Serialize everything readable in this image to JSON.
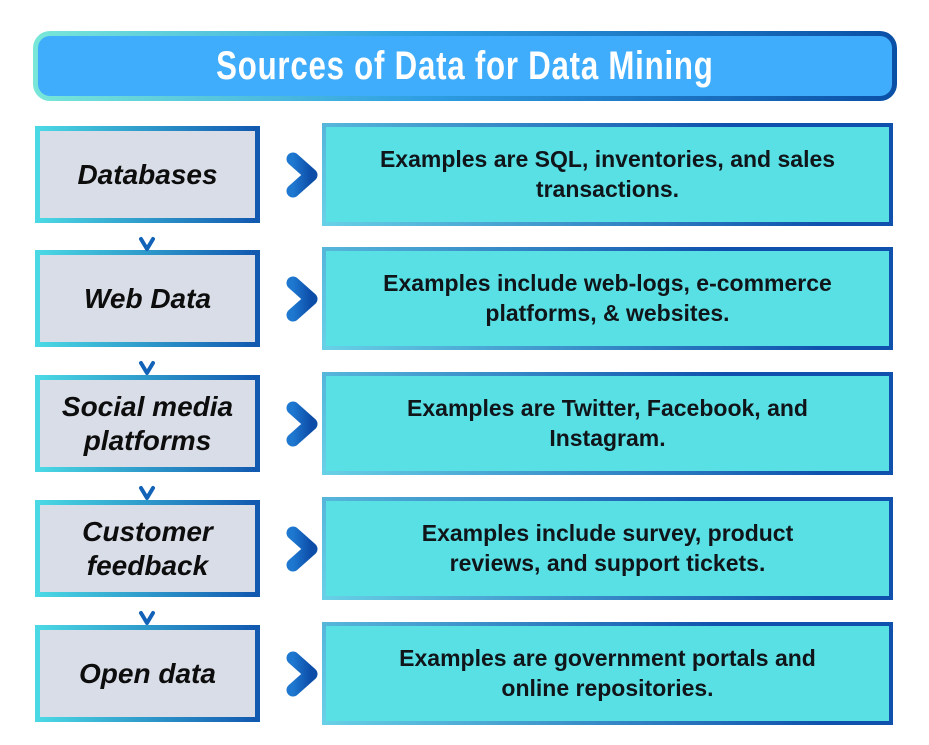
{
  "title": "Sources of Data for Data Mining",
  "rows": [
    {
      "source": "Databases",
      "example": "Examples are SQL, inventories, and sales\ntransactions."
    },
    {
      "source": "Web Data",
      "example": "Examples include web-logs, e-commerce\nplatforms, & websites."
    },
    {
      "source": "Social media\nplatforms",
      "example": "Examples are Twitter, Facebook, and\nInstagram."
    },
    {
      "source": "Customer\nfeedback",
      "example": "Examples include survey, product\nreviews, and support tickets."
    },
    {
      "source": "Open data",
      "example": "Examples are government portals and\nonline repositories."
    }
  ],
  "icons": {
    "right_arrow": "right-arrow connecting source to examples",
    "down_arrow": "down-arrow connecting sources in sequence"
  },
  "colors": {
    "header_fill": "#3FADFB",
    "header_border_start": "#78E7D8",
    "header_border_end": "#0A4FA6",
    "source_box_fill": "#D9DDE7",
    "source_border_start": "#4AD8E4",
    "source_border_end": "#1259B0",
    "example_box_fill": "#58E0E5",
    "example_border_start": "#68D0E6",
    "example_border_end": "#0F51AD",
    "arrow_shaft_start": "#84D0EA",
    "arrow_shaft_end": "#1A6AC6",
    "arrow_head": "#0C4DA8",
    "title_text": "#FFFFFF",
    "body_text": "#0D0D0D"
  }
}
